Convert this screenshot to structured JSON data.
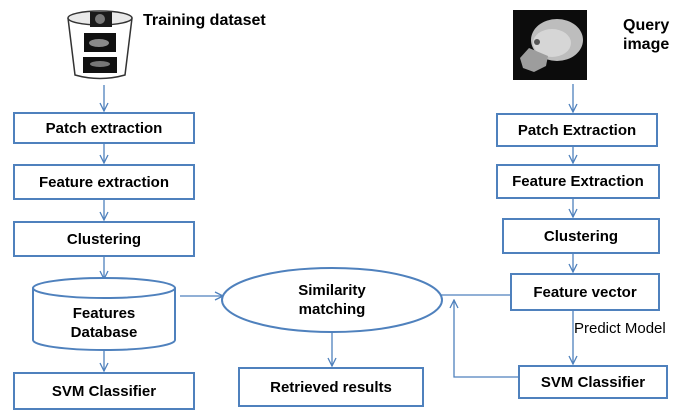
{
  "training": {
    "caption": "Training dataset",
    "steps": [
      "Patch extraction",
      "Feature extraction",
      "Clustering"
    ],
    "database_line1": "Features",
    "database_line2": "Database",
    "classifier": "SVM Classifier"
  },
  "query": {
    "caption_line1": "Query",
    "caption_line2": "image",
    "steps": [
      "Patch Extraction",
      "Feature Extraction",
      "Clustering",
      "Feature vector"
    ],
    "edge_label": "Predict Model",
    "classifier": "SVM Classifier"
  },
  "center": {
    "matching_line1": "Similarity",
    "matching_line2": "matching",
    "results": "Retrieved results"
  },
  "colors": {
    "box_border": "#4f81bd",
    "arrow": "#4f81bd"
  }
}
